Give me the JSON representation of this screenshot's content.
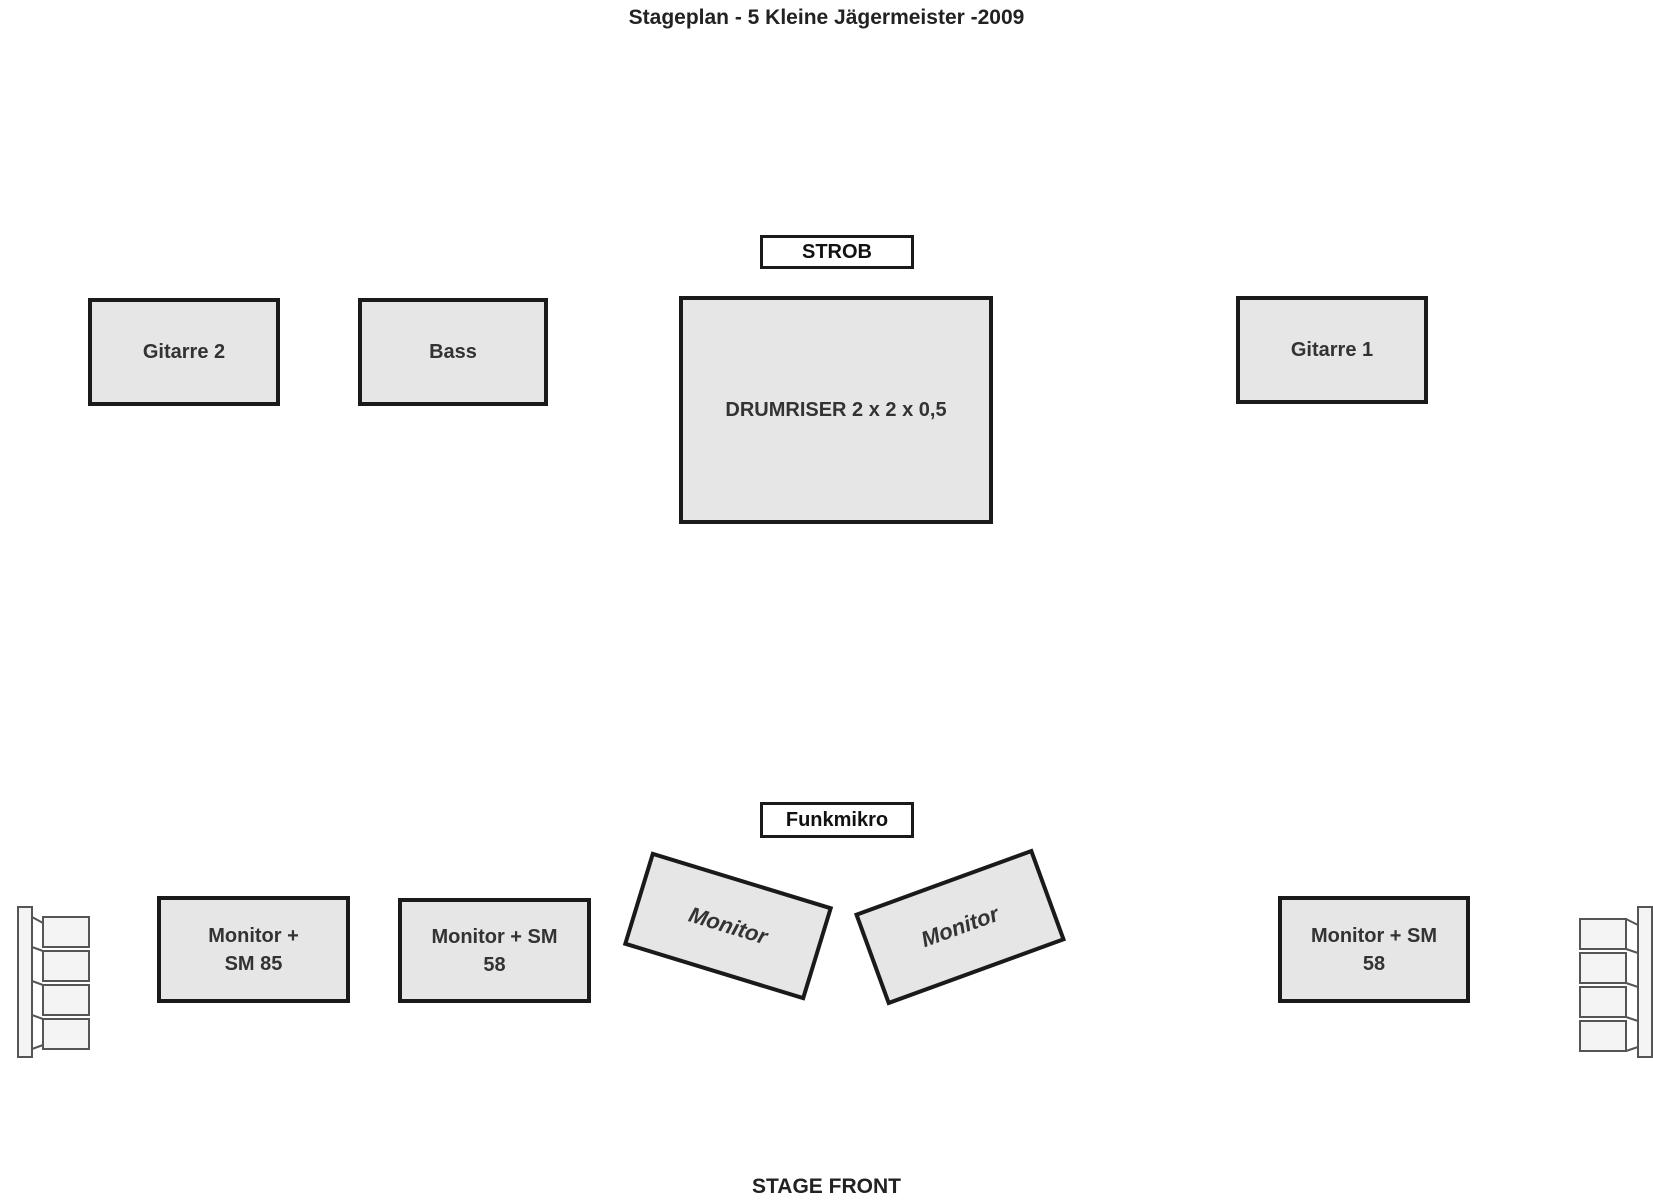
{
  "title": "Stageplan - 5 Kleine Jägermeister -2009",
  "labels": {
    "strobe": "STROB",
    "wireless_mic": "Funkmikro",
    "stage_front": "STAGE FRONT"
  },
  "backline": {
    "guitar2": "Gitarre 2",
    "bass": "Bass",
    "drumriser": "DRUMRISER 2 x 2 x 0,5",
    "guitar1": "Gitarre 1"
  },
  "monitors": {
    "left1_line1": "Monitor +",
    "left1_line2": "SM 85",
    "left2_line1": "Monitor + SM",
    "left2_line2": "58",
    "wedge_left": "Monitor",
    "wedge_right": "Monitor",
    "right_line1": "Monitor + SM",
    "right_line2": "58"
  },
  "icons": {
    "left_side": "pa-speaker-stack-icon",
    "right_side": "pa-speaker-stack-icon"
  }
}
